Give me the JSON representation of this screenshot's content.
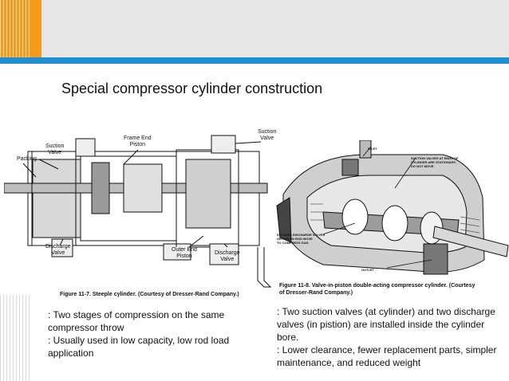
{
  "title": "Special compressor cylinder construction",
  "colors": {
    "accent_orange": "#f59a1a",
    "band_gray": "#e7e7e7",
    "rule_blue": "#1e8fd0"
  },
  "figure_left": {
    "labels": {
      "suction_valve_top": "Suction\nValve",
      "frame_end_piston": "Frame End\nPiston",
      "suction_valve_left": "Suction\nValve",
      "packing": "Packing",
      "discharge_valve_left": "Discharge\nValve",
      "outer_end_piston": "Outer End\nPiston",
      "discharge_valve_right": "Discharge\nValve"
    },
    "caption": "Figure 11-7. Steeple cylinder. (Courtesy of Dresser-Rand Company.)"
  },
  "figure_right": {
    "labels": {
      "inlet": "INLET",
      "suction_note": "SUCTION VALVES AT ENDS OF\nCYLINDER ARE STATIONARY,\nDO NOT MOVE.",
      "dynamic_note": "DYNAMIC DISCHARGE VALVES\nON PISTON ROD MOVE\nTO COMPRESS GAS.",
      "outlet": "OUTLET"
    },
    "caption": "Figure 11-8. Valve-in-piston double-acting compressor cylinder. (Courtesy of Dresser-Rand Company.)"
  },
  "body_left": [
    ": Two stages of compression on the same compressor throw",
    ": Usually used in low capacity, low rod load application"
  ],
  "body_right": [
    ": Two suction valves (at cylinder) and two discharge valves (in pistion) are installed inside the cylinder bore.",
    ": Lower clearance, fewer replacement parts, simpler maintenance, and reduced weight"
  ]
}
